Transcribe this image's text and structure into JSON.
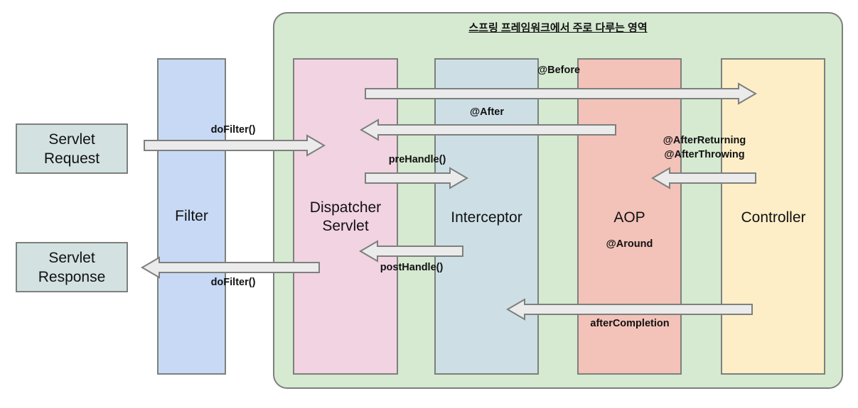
{
  "diagram": {
    "title": "스프링 프레임워크에서 주로 다루는 영역",
    "colors": {
      "container_fill": "#d6e9d1",
      "border": "#7d807d",
      "filter_fill": "#c7d9f4",
      "dispatcher_fill": "#f2d3e2",
      "interceptor_fill": "#cddfe5",
      "aop_fill": "#f3c2b8",
      "controller_fill": "#fdeec7",
      "endpoint_fill": "#d3e1e1",
      "arrow_fill": "#ebebeb",
      "arrow_stroke": "#7d807d",
      "text": "#111111"
    }
  },
  "endpoints": [
    {
      "name": "servlet-request",
      "line1": "Servlet",
      "line2": "Request"
    },
    {
      "name": "servlet-response",
      "line1": "Servlet",
      "line2": "Response"
    }
  ],
  "lanes": [
    {
      "name": "filter",
      "label": "Filter",
      "sublabel": ""
    },
    {
      "name": "dispatcher-servlet",
      "label_line1": "Dispatcher",
      "label_line2": "Servlet",
      "sublabel": ""
    },
    {
      "name": "interceptor",
      "label": "Interceptor",
      "sublabel": ""
    },
    {
      "name": "aop",
      "label": "AOP",
      "sublabel": "@Around"
    },
    {
      "name": "controller",
      "label": "Controller",
      "sublabel": ""
    }
  ],
  "arrows": [
    {
      "name": "do-filter-request",
      "label": "doFilter()",
      "direction": "right"
    },
    {
      "name": "before-advice",
      "label": "@Before",
      "direction": "right"
    },
    {
      "name": "after-advice",
      "label": "@After",
      "direction": "left"
    },
    {
      "name": "pre-handle",
      "label": "preHandle()",
      "direction": "right"
    },
    {
      "name": "after-returning-throwing",
      "label_line1": "@AfterReturning",
      "label_line2": "@AfterThrowing",
      "direction": "left"
    },
    {
      "name": "post-handle",
      "label": "postHandle()",
      "direction": "left"
    },
    {
      "name": "do-filter-response",
      "label": "doFilter()",
      "direction": "left"
    },
    {
      "name": "after-completion",
      "label": "afterCompletion",
      "direction": "left"
    }
  ]
}
